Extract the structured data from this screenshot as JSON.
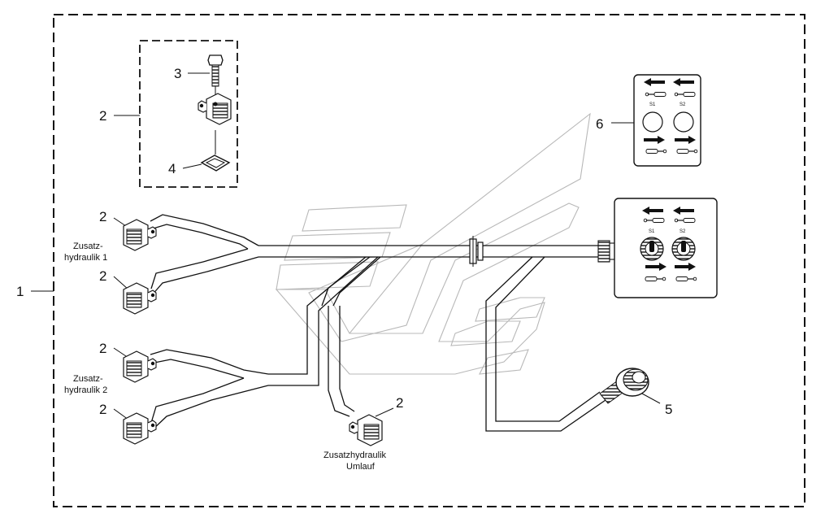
{
  "callouts": {
    "assembly": "1",
    "plug_a": "2",
    "plug_b": "2",
    "plug_c": "2",
    "plug_d": "2",
    "plug_e": "2",
    "plug_kit": "2",
    "screw": "3",
    "seal": "4",
    "coupling": "5",
    "switch_label": "6"
  },
  "captions": {
    "group1_line1": "Zusatz-",
    "group1_line2": "hydraulik 1",
    "group2_line1": "Zusatz-",
    "group2_line2": "hydraulik 2",
    "umlauf_line1": "Zusatzhydraulik",
    "umlauf_line2": "Umlauf"
  },
  "switch_labels": {
    "left": "S1",
    "right": "S2"
  },
  "colors": {
    "ink": "#111111",
    "ghost": "#b8b8b8",
    "background": "#ffffff"
  }
}
